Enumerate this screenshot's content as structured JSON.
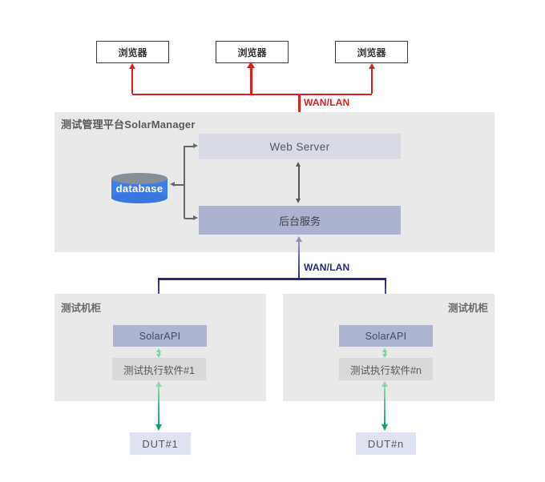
{
  "diagram": {
    "browsers": [
      "浏览器",
      "浏览器",
      "浏览器"
    ],
    "top_link_label": "WAN/LAN",
    "bottom_link_label": "WAN/LAN",
    "platform": {
      "title": "测试管理平台SolarManager",
      "web_server": "Web Server",
      "database": "database",
      "backend_service": "后台服务"
    },
    "cabinets": [
      {
        "title": "测试机柜",
        "api": "SolarAPI",
        "software": "测试执行软件#1",
        "dut": "DUT#1"
      },
      {
        "title": "测试机柜",
        "api": "SolarAPI",
        "software": "测试执行软件#n",
        "dut": "DUT#n"
      }
    ],
    "colors": {
      "browser_link": "#d92121",
      "wan_link": "#262a75",
      "dut_link": "#12a26b",
      "database_fill": "#3f7de8",
      "panel_bg": "#e9e9ea",
      "webserver_fill": "#d8dbe6",
      "backend_fill": "#abb3d1",
      "solarapi_fill": "#adb5d3",
      "software_fill": "#d9d9d9",
      "dut_fill": "#dfe3f1"
    }
  }
}
